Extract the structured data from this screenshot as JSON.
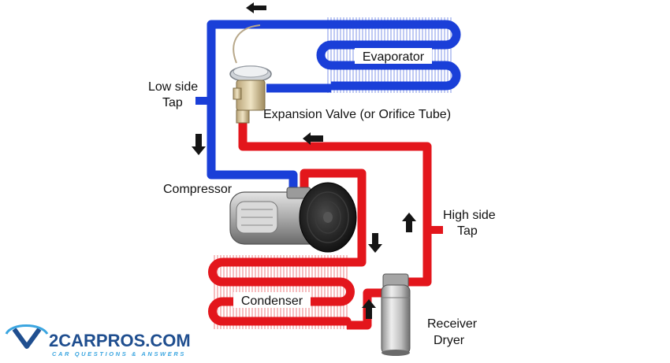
{
  "labels": {
    "evaporator": "Evaporator",
    "low_side_tap_line1": "Low side",
    "low_side_tap_line2": "Tap",
    "expansion_valve": "Expansion Valve (or Orifice Tube)",
    "compressor": "Compressor",
    "high_side_tap_line1": "High side",
    "high_side_tap_line2": "Tap",
    "condenser": "Condenser",
    "receiver_dryer_line1": "Receiver",
    "receiver_dryer_line2": "Dryer"
  },
  "logo": {
    "name": "2CARPROS.COM",
    "tagline": "CAR QUESTIONS & ANSWERS"
  },
  "colors": {
    "low_side": "#1a3fd8",
    "high_side": "#e3161c",
    "arrows": "#151515",
    "logo_blue": "#1f4e8f"
  },
  "icons": [
    "flow-arrow-icon",
    "compressor-icon",
    "expansion-valve-icon",
    "receiver-dryer-icon",
    "logo-icon"
  ]
}
